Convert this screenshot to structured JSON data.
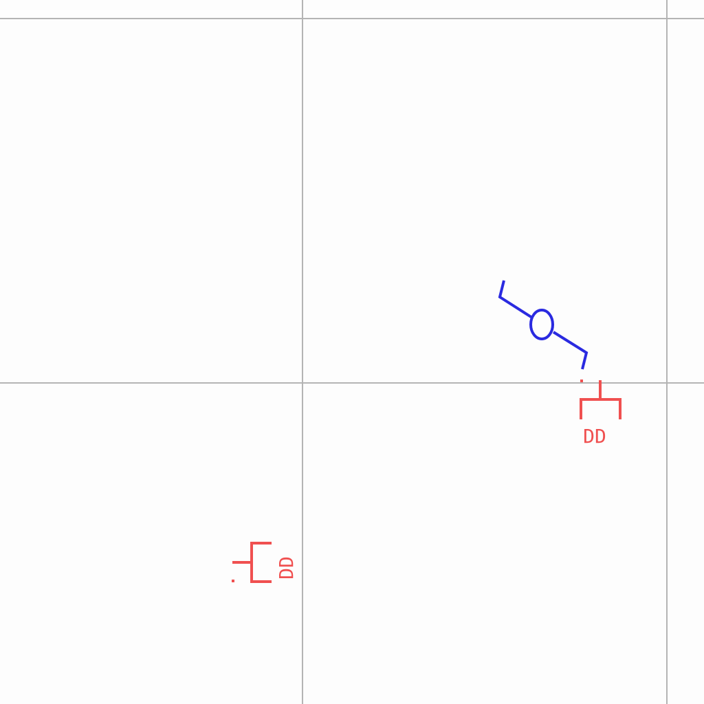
{
  "canvas": {
    "background": "#fdfdfd",
    "grid_color": "#b4b4b4"
  },
  "symbols": [
    {
      "type": "DD",
      "label": "DD",
      "color": "#f05050",
      "orientation": "down"
    },
    {
      "type": "DD",
      "label": "DD",
      "color": "#f05050",
      "orientation": "right"
    },
    {
      "type": "swivel-link",
      "color": "#2a2ae0",
      "icon": "swivel-circle-icon"
    }
  ]
}
